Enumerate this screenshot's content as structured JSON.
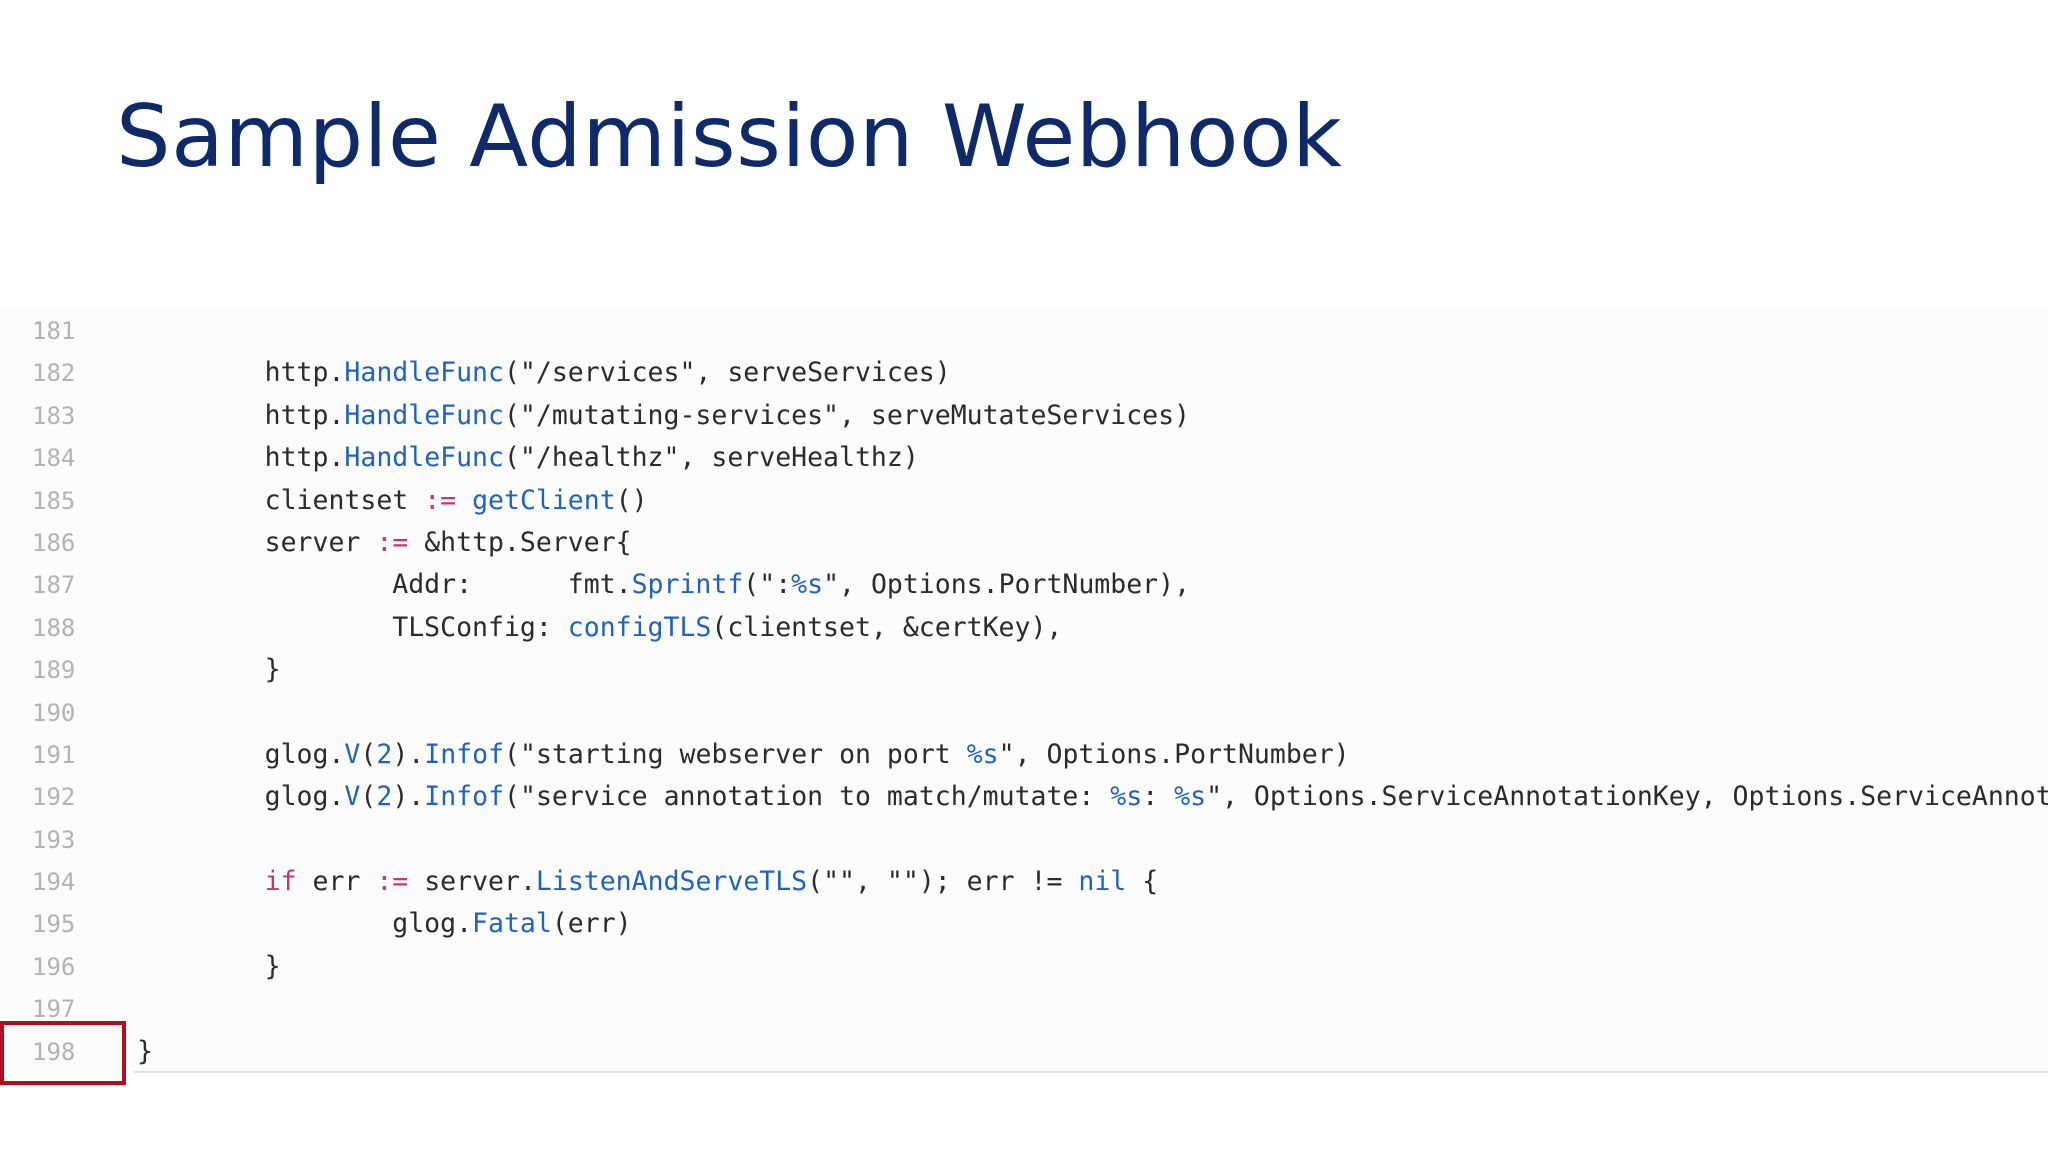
{
  "slide": {
    "title": "Sample Admission Webhook"
  },
  "code": {
    "lines": [
      {
        "number": "181",
        "tokens": []
      },
      {
        "number": "182",
        "tokens": [
          {
            "t": "        http.",
            "c": ""
          },
          {
            "t": "HandleFunc",
            "c": "fn"
          },
          {
            "t": "(\"/services\", serveServices)",
            "c": ""
          }
        ]
      },
      {
        "number": "183",
        "tokens": [
          {
            "t": "        http.",
            "c": ""
          },
          {
            "t": "HandleFunc",
            "c": "fn"
          },
          {
            "t": "(\"/mutating-services\", serveMutateServices)",
            "c": ""
          }
        ]
      },
      {
        "number": "184",
        "tokens": [
          {
            "t": "        http.",
            "c": ""
          },
          {
            "t": "HandleFunc",
            "c": "fn"
          },
          {
            "t": "(\"/healthz\", serveHealthz)",
            "c": ""
          }
        ]
      },
      {
        "number": "185",
        "tokens": [
          {
            "t": "        clientset ",
            "c": ""
          },
          {
            "t": ":=",
            "c": "op"
          },
          {
            "t": " ",
            "c": ""
          },
          {
            "t": "getClient",
            "c": "fn"
          },
          {
            "t": "()",
            "c": ""
          }
        ]
      },
      {
        "number": "186",
        "tokens": [
          {
            "t": "        server ",
            "c": ""
          },
          {
            "t": ":=",
            "c": "op"
          },
          {
            "t": " &http.Server{",
            "c": ""
          }
        ]
      },
      {
        "number": "187",
        "tokens": [
          {
            "t": "                Addr:      fmt.",
            "c": ""
          },
          {
            "t": "Sprintf",
            "c": "fn"
          },
          {
            "t": "(\":",
            "c": ""
          },
          {
            "t": "%s",
            "c": "fmt"
          },
          {
            "t": "\", Options.PortNumber),",
            "c": ""
          }
        ]
      },
      {
        "number": "188",
        "tokens": [
          {
            "t": "                TLSConfig: ",
            "c": ""
          },
          {
            "t": "configTLS",
            "c": "fn"
          },
          {
            "t": "(clientset, &certKey),",
            "c": ""
          }
        ]
      },
      {
        "number": "189",
        "tokens": [
          {
            "t": "        }",
            "c": ""
          }
        ]
      },
      {
        "number": "190",
        "tokens": []
      },
      {
        "number": "191",
        "tokens": [
          {
            "t": "        glog.",
            "c": ""
          },
          {
            "t": "V",
            "c": "fn"
          },
          {
            "t": "(",
            "c": ""
          },
          {
            "t": "2",
            "c": "num"
          },
          {
            "t": ").",
            "c": ""
          },
          {
            "t": "Infof",
            "c": "fn"
          },
          {
            "t": "(\"starting webserver on port ",
            "c": ""
          },
          {
            "t": "%s",
            "c": "fmt"
          },
          {
            "t": "\", Options.PortNumber)",
            "c": ""
          }
        ]
      },
      {
        "number": "192",
        "tokens": [
          {
            "t": "        glog.",
            "c": ""
          },
          {
            "t": "V",
            "c": "fn"
          },
          {
            "t": "(",
            "c": ""
          },
          {
            "t": "2",
            "c": "num"
          },
          {
            "t": ").",
            "c": ""
          },
          {
            "t": "Infof",
            "c": "fn"
          },
          {
            "t": "(\"service annotation to match/mutate: ",
            "c": ""
          },
          {
            "t": "%s",
            "c": "fmt"
          },
          {
            "t": ": ",
            "c": ""
          },
          {
            "t": "%s",
            "c": "fmt"
          },
          {
            "t": "\", Options.ServiceAnnotationKey, Options.ServiceAnnotationV",
            "c": ""
          }
        ]
      },
      {
        "number": "193",
        "tokens": []
      },
      {
        "number": "194",
        "tokens": [
          {
            "t": "        ",
            "c": ""
          },
          {
            "t": "if",
            "c": "kw"
          },
          {
            "t": " err ",
            "c": ""
          },
          {
            "t": ":=",
            "c": "op"
          },
          {
            "t": " server.",
            "c": ""
          },
          {
            "t": "ListenAndServeTLS",
            "c": "fn"
          },
          {
            "t": "(\"\", \"\"); err != ",
            "c": ""
          },
          {
            "t": "nil",
            "c": "nil"
          },
          {
            "t": " {",
            "c": ""
          }
        ]
      },
      {
        "number": "195",
        "tokens": [
          {
            "t": "                glog.",
            "c": ""
          },
          {
            "t": "Fatal",
            "c": "fn"
          },
          {
            "t": "(err)",
            "c": ""
          }
        ]
      },
      {
        "number": "196",
        "tokens": [
          {
            "t": "        }",
            "c": ""
          }
        ]
      },
      {
        "number": "197",
        "tokens": []
      },
      {
        "number": "198",
        "tokens": [
          {
            "t": "}",
            "c": ""
          }
        ]
      }
    ]
  },
  "colors": {
    "title": "#0f2a6b",
    "function": "#1e63c4",
    "operator": "#c4376f",
    "highlight_box": "#b00f1f"
  }
}
